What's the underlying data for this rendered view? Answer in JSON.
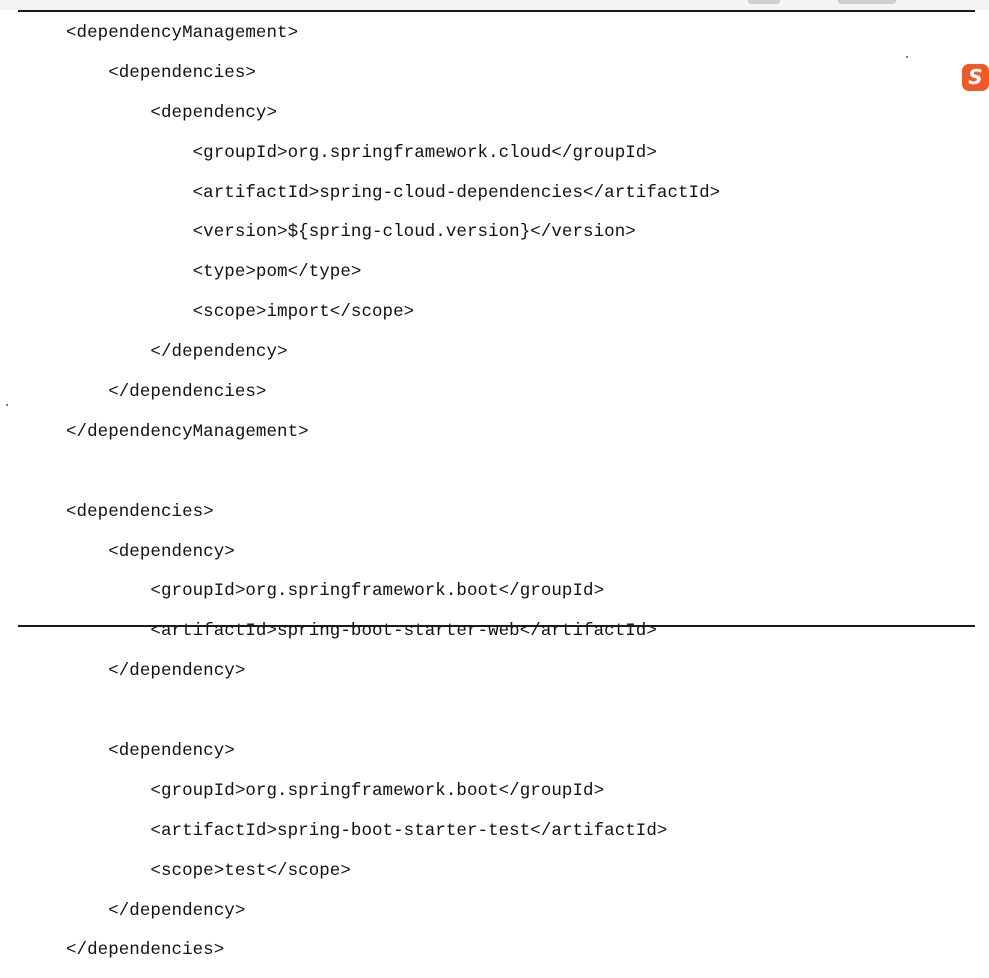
{
  "code": {
    "lines": [
      "<dependencyManagement>",
      "    <dependencies>",
      "        <dependency>",
      "            <groupId>org.springframework.cloud</groupId>",
      "            <artifactId>spring-cloud-dependencies</artifactId>",
      "            <version>${spring-cloud.version}</version>",
      "            <type>pom</type>",
      "            <scope>import</scope>",
      "        </dependency>",
      "    </dependencies>",
      "</dependencyManagement>",
      "",
      "<dependencies>",
      "    <dependency>",
      "        <groupId>org.springframework.boot</groupId>",
      "        <artifactId>spring-boot-starter-web</artifactId>",
      "    </dependency>",
      "",
      "    <dependency>",
      "        <groupId>org.springframework.boot</groupId>",
      "        <artifactId>spring-boot-starter-test</artifactId>",
      "        <scope>test</scope>",
      "    </dependency>",
      "</dependencies>"
    ]
  },
  "tray": {
    "ime_glyph": "S",
    "ime_icon": "sogou-input-icon"
  },
  "colors": {
    "text": "#111111",
    "rule": "#1a1a1a",
    "ime_accent": "#f05a28"
  }
}
